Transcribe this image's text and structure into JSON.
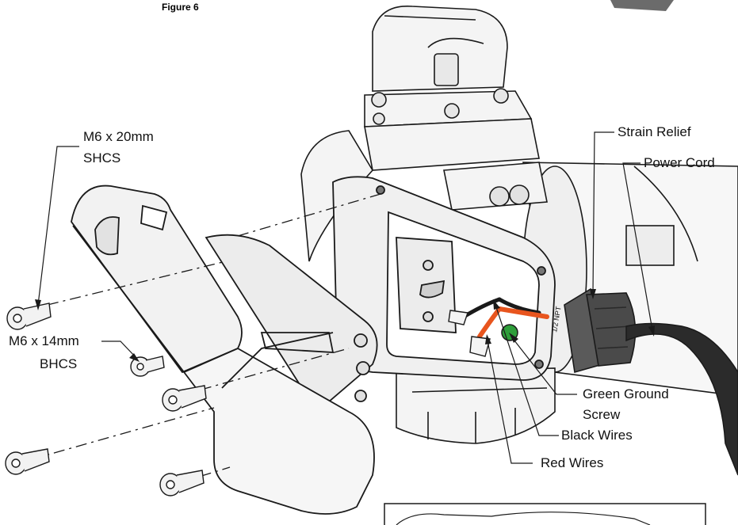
{
  "figure": {
    "title": "Figure 6"
  },
  "callouts": {
    "m6x20": {
      "line1": "M6 x 20mm",
      "line2": "SHCS"
    },
    "m6x14": {
      "line1": "M6 x 14mm",
      "line2": "BHCS"
    },
    "strain_relief": "Strain Relief",
    "power_cord": "Power Cord",
    "green_ground": {
      "line1": "Green Ground",
      "line2": "Screw"
    },
    "black_wires": "Black Wires",
    "red_wires": "Red Wires"
  },
  "marking": "1/2 NPT",
  "colors": {
    "line": "#1a1a1a",
    "metal": "#f2f2f2",
    "dark_part": "#4a4a4a",
    "cord": "#2b2b2b",
    "red_wire": "#e8551e",
    "green_screw": "#2e9e3a",
    "arrow": "#6b6b6b"
  }
}
